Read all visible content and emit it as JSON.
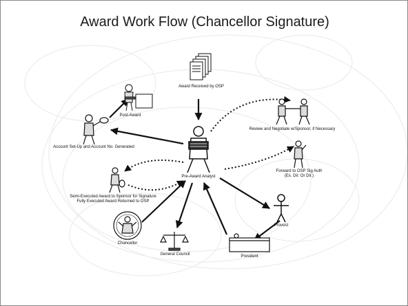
{
  "title": "Award Work Flow (Chancellor Signature)",
  "nodes": {
    "osp": {
      "label": "Award Received by OSP",
      "icon": "document-stack-icon"
    },
    "post_award": {
      "label": "Post-Award",
      "icon": "person-at-desk-icon"
    },
    "account": {
      "label": "Account Set-Up and Account No. Generated",
      "icon": "person-with-money-icon"
    },
    "analyst": {
      "label": "Pre-Award Analyst",
      "icon": "person-carrying-papers-icon"
    },
    "review": {
      "label": "Review and Negotiate w/Sponsor, if Necessary",
      "icon": "handshake-icon"
    },
    "forward": {
      "line1": "Forward to OSP Sig Auth",
      "line2": "(Ex. Dir. Or Dir.)",
      "icon": "person-with-pen-icon"
    },
    "semi": {
      "line1": "Semi-Executed  Award to Sponsor for Signature",
      "line2": "Fully Executed Award Returned to OSP",
      "icon": "person-with-bag-icon"
    },
    "provost": {
      "label": "Provost",
      "icon": "person-icon"
    },
    "president": {
      "label": "President",
      "icon": "desk-icon"
    },
    "council": {
      "label": "General Council",
      "icon": "scales-icon"
    },
    "chancellor": {
      "label": "Chancellor",
      "icon": "seal-icon"
    }
  },
  "colors": {
    "ink": "#111111",
    "background": "#ffffff",
    "watermark": "#ececec",
    "figure": "#dddddd"
  }
}
